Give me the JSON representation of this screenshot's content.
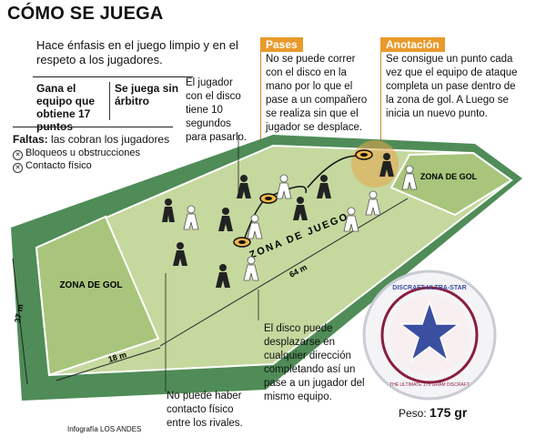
{
  "title": "CÓMO SE JUEGA",
  "subtitle": "Hace énfasis en el juego limpio y en el respeto a los jugadores.",
  "stats": [
    {
      "label": "Gana el equipo que obtiene 17 puntos"
    },
    {
      "label": "Se juega sin árbitro"
    }
  ],
  "faltas": {
    "heading": "Faltas:",
    "heading_rest": "las cobran los jugadores",
    "items": [
      "Bloqueos u obstrucciones",
      "Contacto físico"
    ]
  },
  "notes": {
    "diez_segundos": "El jugador con el disco tiene 10 segundos para pasarlo.",
    "contacto": "No puede haber contacto físico entre los rivales.",
    "direccion": "El disco puede desplazarse en cualquier dirección completando así un pase a un jugador del mismo equipo."
  },
  "pases": {
    "heading": "Pases",
    "text": "No se puede correr con el disco en la mano por lo que el pase a un compañero se realiza sin que el jugador se desplace."
  },
  "anotacion": {
    "heading": "Anotación",
    "text": "Se consigue un punto cada vez que el equipo de ataque completa un pase dentro de la zona de gol. A Luego se inicia un nuevo punto."
  },
  "field": {
    "zona_gol_left": "ZONA DE GOL",
    "zona_gol_right": "ZONA DE GOL",
    "zona_juego": "ZONA DE JUEGO",
    "len_total": "64 m",
    "len_zone": "18 m",
    "width": "37 m"
  },
  "disc": {
    "brand_top": "DISCRAFT ULTRA-STAR",
    "brand_bottom": "THE ULTIMATE 175 GRAM DISCRAFT"
  },
  "peso": {
    "label": "Peso:",
    "value": "175 gr"
  },
  "credit": "Infografía LOS ANDES",
  "colors": {
    "accent": "#e89a2c",
    "field_dark": "#4f8c57",
    "field_light": "#c9dba2",
    "zone": "#aac77d"
  }
}
